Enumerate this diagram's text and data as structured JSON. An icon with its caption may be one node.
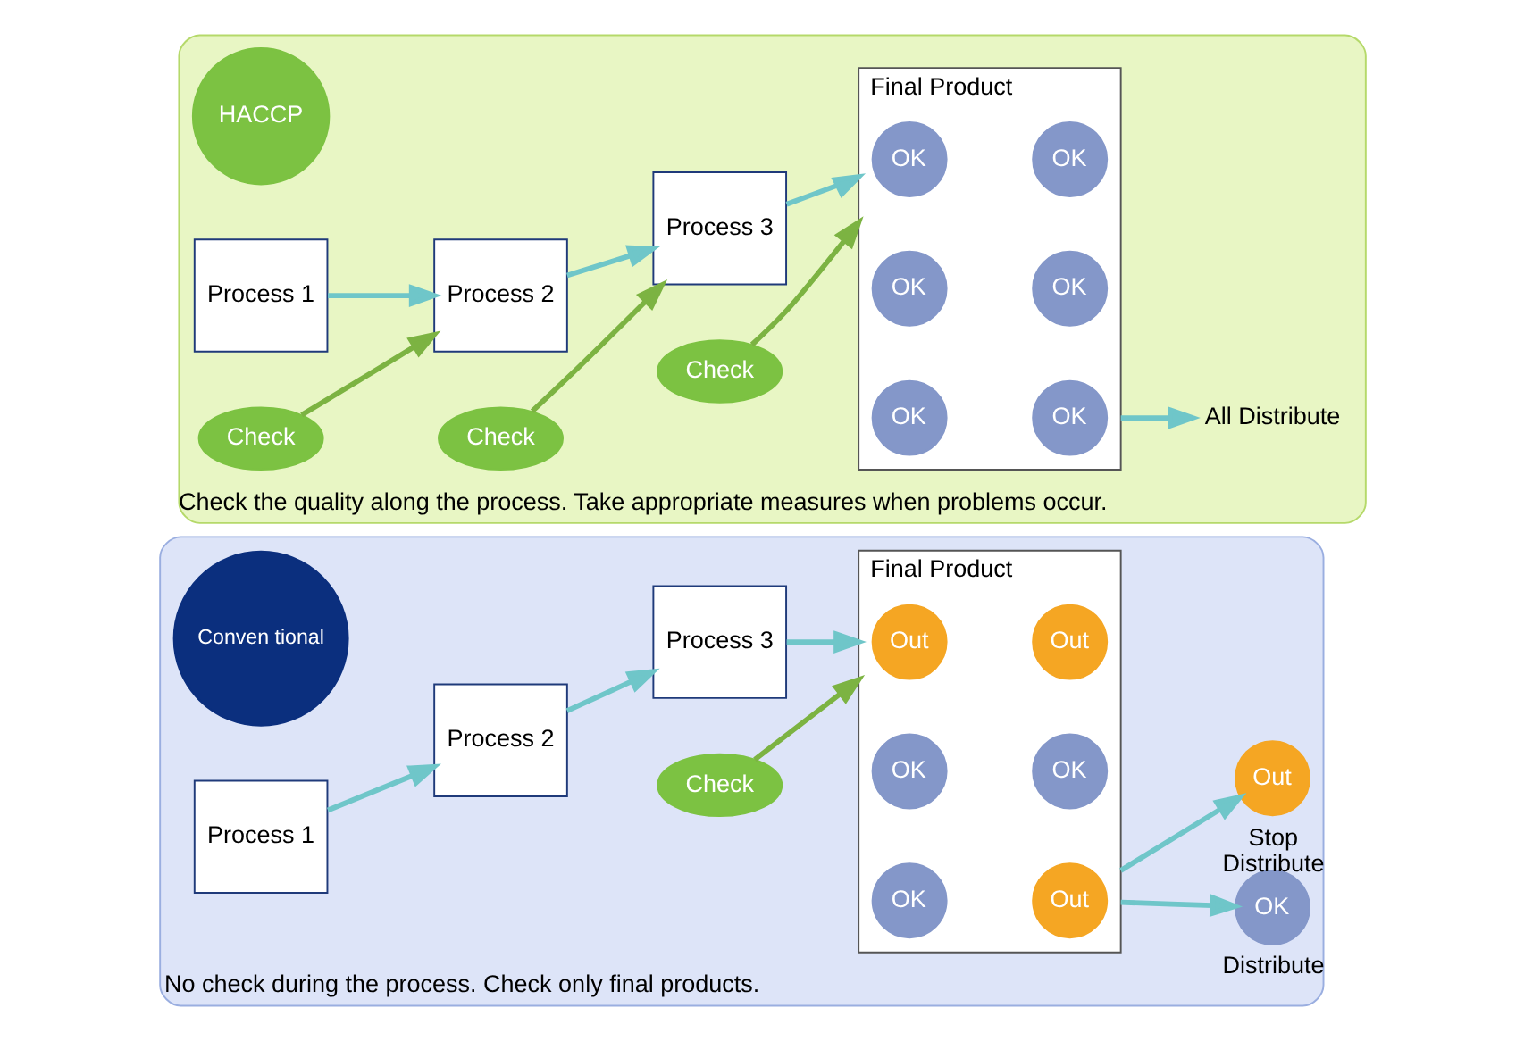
{
  "diagram": {
    "nodes": [
      {
        "text": [
          "No check during the process. Check only final products."
        ]
      },
      {
        "text": [
          "Conven tional"
        ],
        "in": 0
      },
      {
        "text": [
          "Process 1"
        ],
        "in": 0
      },
      {
        "text": [
          "Process 2"
        ],
        "in": 0
      },
      {
        "text": [
          "Process 3"
        ],
        "in": 0
      },
      {
        "text": [
          "Final Product"
        ],
        "in": 0
      },
      {
        "text": [
          "Out"
        ],
        "in": 5
      },
      {
        "text": [
          "Out"
        ],
        "in": 5
      },
      {
        "text": [
          "OK"
        ],
        "in": 5
      },
      {
        "text": [
          "OK"
        ],
        "in": 5
      },
      {
        "text": [
          "OK"
        ],
        "in": 5
      },
      {
        "text": [
          "Out"
        ],
        "in": 5
      },
      {
        "text": [
          "Check"
        ],
        "in": 0
      },
      {
        "text": [
          "OK"
        ],
        "in": 0,
        "beside": [
          "Distribute"
        ]
      },
      {
        "text": [
          "Out"
        ],
        "in": 0,
        "beside": [
          "Stop Distribute"
        ]
      },
      {
        "text": [
          "Check the quality along the process. Take appropriate measures when problems occur."
        ]
      },
      {
        "text": [
          "HACCP"
        ],
        "in": 15
      },
      {
        "text": [
          "Process 1"
        ],
        "in": 15
      },
      {
        "text": [
          "Process 2"
        ],
        "in": 15
      },
      {
        "text": [
          "Process 3"
        ],
        "in": 15
      },
      {
        "text": [
          "Check"
        ],
        "in": 15
      },
      {
        "text": [
          "Check"
        ],
        "in": 15
      },
      {
        "text": [
          "Check"
        ],
        "in": 15
      },
      {
        "text": [
          "Final Product"
        ],
        "in": 15
      },
      {
        "text": [
          "OK"
        ],
        "in": 23
      },
      {
        "text": [
          "OK"
        ],
        "in": 23
      },
      {
        "text": [
          "OK"
        ],
        "in": 23
      },
      {
        "text": [
          "OK"
        ],
        "in": 23
      },
      {
        "text": [
          "OK"
        ],
        "in": 23
      },
      {
        "text": [
          "OK"
        ],
        "in": 23
      },
      {
        "text": [
          "All Distribute"
        ],
        "in": 15
      }
    ],
    "edges": [
      {
        "from": 2,
        "to": 3,
        "arrow": "to"
      },
      {
        "from": 3,
        "to": 4,
        "arrow": "to"
      },
      {
        "from": 4,
        "to": 5,
        "arrow": "to"
      },
      {
        "from": 12,
        "to": 5,
        "arrow": "to",
        "color": "#7cb342"
      },
      {
        "from": 5,
        "to": 13,
        "arrow": "to"
      },
      {
        "from": 5,
        "to": 14,
        "arrow": "to"
      },
      {
        "from": 17,
        "to": 18,
        "arrow": "to"
      },
      {
        "from": 18,
        "to": 19,
        "arrow": "to"
      },
      {
        "from": 19,
        "to": 23,
        "arrow": "to"
      },
      {
        "from": 20,
        "to": 18,
        "arrow": "to",
        "color": "#7cb342"
      },
      {
        "from": 21,
        "to": 19,
        "arrow": "to",
        "color": "#7cb342"
      },
      {
        "from": 22,
        "to": 23,
        "arrow": "to",
        "color": "#7cb342"
      },
      {
        "from": 23,
        "to": 30,
        "arrow": "to"
      }
    ]
  }
}
